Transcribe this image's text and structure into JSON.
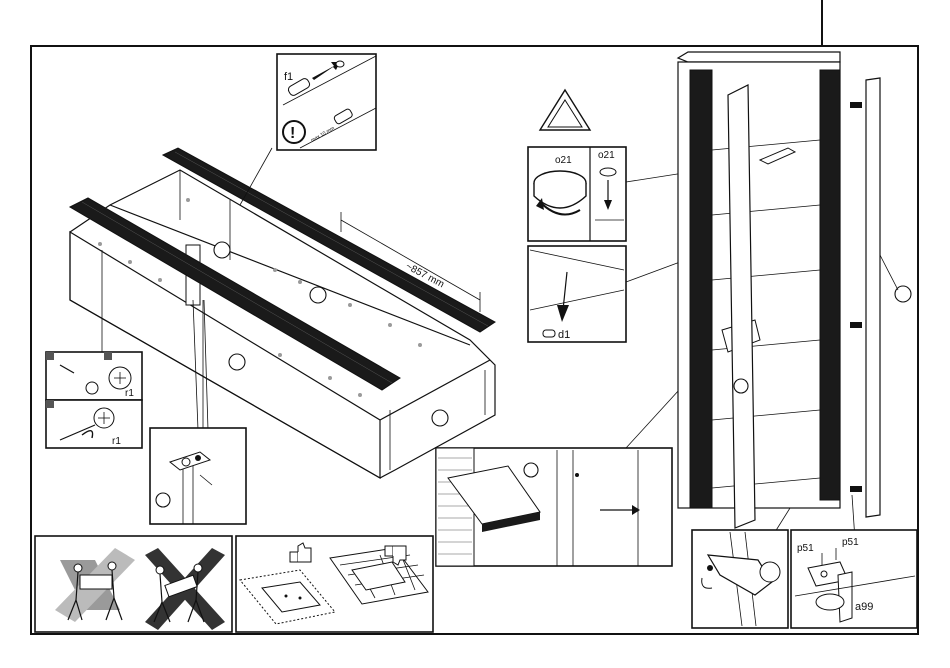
{
  "labels": {
    "dowel_part": "f1",
    "dimension": "~857 mm",
    "hinge_cap_left": "o21",
    "hinge_cap_right": "o21",
    "shelf_pin": "d1",
    "screw_left": "r1",
    "screw_right": "r1",
    "plate_left": "p51",
    "plate_right": "p51",
    "hinge_part": "a99"
  },
  "icons": {
    "warning": "exclamation-icon",
    "caution": "triangle-warning-icon",
    "two_person_ok": "two-person-carry-icon",
    "wrong_carry": "wrong-carry-cross-icon",
    "thumbs_up": "thumbs-up-icon",
    "thumbs_down": "thumbs-down-icon"
  },
  "colors": {
    "ink": "#111111",
    "panel_edge": "#1a1a1a",
    "grey_tone": "#9a9a9a"
  }
}
